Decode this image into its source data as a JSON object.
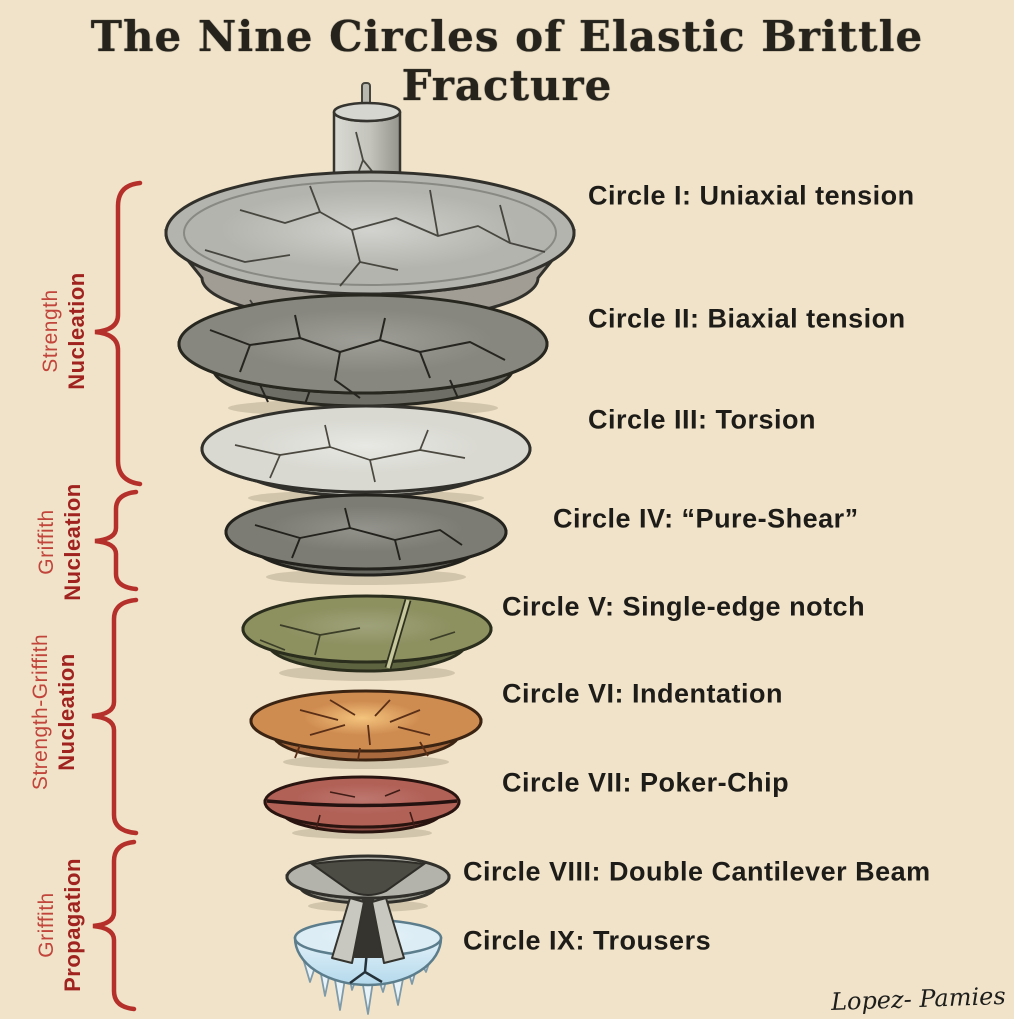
{
  "title": "The Nine Circles of Elastic Brittle Fracture",
  "signature": "Lopez- Pamies",
  "colors": {
    "background": "#f0e3c9",
    "bracket_red": "#b5302a",
    "bracket_label_light_red": "#c2453c",
    "bracket_label_bold_red": "#a02320",
    "label_text": "#1e1c18"
  },
  "circles": [
    {
      "numeral": "I",
      "label": "Circle I: Uniaxial tension",
      "color": "#b4b4ae"
    },
    {
      "numeral": "II",
      "label": "Circle II: Biaxial tension",
      "color": "#87877f"
    },
    {
      "numeral": "III",
      "label": "Circle III: Torsion",
      "color": "#d9d9d2"
    },
    {
      "numeral": "IV",
      "label": "Circle IV: “Pure-Shear”",
      "color": "#7c7c74"
    },
    {
      "numeral": "V",
      "label": "Circle V: Single-edge notch",
      "color": "#8d9160"
    },
    {
      "numeral": "VI",
      "label": "Circle VI: Indentation",
      "color": "#cf8c51"
    },
    {
      "numeral": "VII",
      "label": "Circle VII: Poker-Chip",
      "color": "#b26157"
    },
    {
      "numeral": "VIII",
      "label": "Circle VIII: Double Cantilever Beam",
      "color": "#b3b3ab"
    },
    {
      "numeral": "IX",
      "label": "Circle IX: Trousers",
      "color": "#dcedf5"
    }
  ],
  "brackets": [
    {
      "line1": "Strength",
      "line2": "Nucleation"
    },
    {
      "line1": "Griffith",
      "line2": "Nucleation"
    },
    {
      "line1": "Strength-Griffith",
      "line2": "Nucleation"
    },
    {
      "line1": "Griffith",
      "line2": "Propagation"
    }
  ]
}
